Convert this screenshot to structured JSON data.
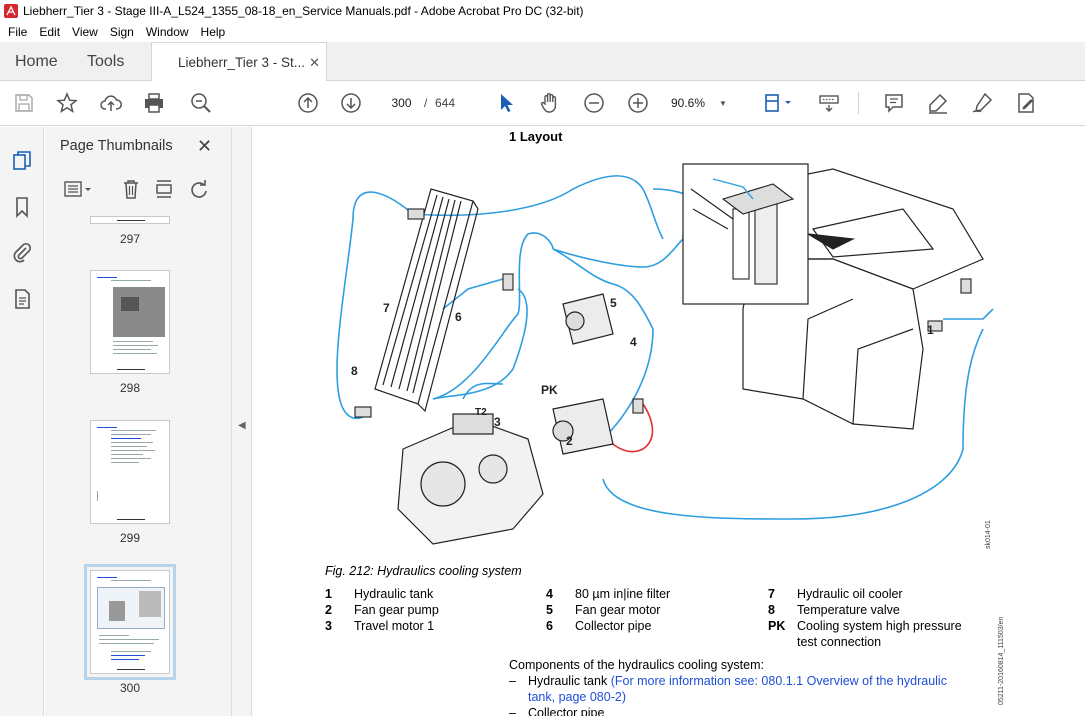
{
  "window": {
    "title": "Liebherr_Tier 3 - Stage III-A_L524_1355_08-18_en_Service Manuals.pdf - Adobe Acrobat Pro DC (32-bit)"
  },
  "menu": [
    "File",
    "Edit",
    "View",
    "Sign",
    "Window",
    "Help"
  ],
  "tabs": {
    "home": "Home",
    "tools": "Tools",
    "document": "Liebherr_Tier 3 - St...",
    "close": "✕"
  },
  "toolbar": {
    "current_page": "300",
    "page_separator": "/",
    "total_pages": "644",
    "zoom": "90.6%"
  },
  "thumbnails_panel": {
    "title": "Page Thumbnails",
    "close": "✕",
    "pages": [
      {
        "label": "297"
      },
      {
        "label": "298"
      },
      {
        "label": "299"
      },
      {
        "label": "300",
        "selected": true
      }
    ]
  },
  "document": {
    "heading": "1 Layout",
    "figure_caption": "Fig. 212: Hydraulics cooling system",
    "diagram_labels": [
      "1",
      "2",
      "3",
      "4",
      "5",
      "6",
      "7",
      "8",
      "PK",
      "T2"
    ],
    "side_code_1": "sk014-01",
    "side_code_2": "05211-20160814_111503/en",
    "legend": [
      [
        {
          "num": "1",
          "text": "Hydraulic tank"
        },
        {
          "num": "2",
          "text": "Fan gear pump"
        },
        {
          "num": "3",
          "text": "Travel motor 1"
        }
      ],
      [
        {
          "num": "4",
          "text": "80 µm in|ine filter"
        },
        {
          "num": "5",
          "text": "Fan gear motor"
        },
        {
          "num": "6",
          "text": "Collector pipe"
        }
      ],
      [
        {
          "num": "7",
          "text": "Hydraulic oil cooler"
        },
        {
          "num": "8",
          "text": "Temperature valve"
        },
        {
          "num": "PK",
          "text": "Cooling system high pressure test connection"
        }
      ]
    ],
    "components_intro": "Components of the hydraulics cooling system:",
    "components": [
      {
        "dash": "–",
        "text": "Hydraulic tank ",
        "link": "(For more information see: 080.1.1 Overview of the hydraulic tank, page 080-2)"
      },
      {
        "dash": "–",
        "text": "Collector pipe",
        "link": ""
      }
    ]
  },
  "colors": {
    "hose_blue": "#2f9ee0",
    "hose_red": "#e03030",
    "link_blue": "#1f4fd8",
    "acrobat_red": "#d7282f"
  }
}
